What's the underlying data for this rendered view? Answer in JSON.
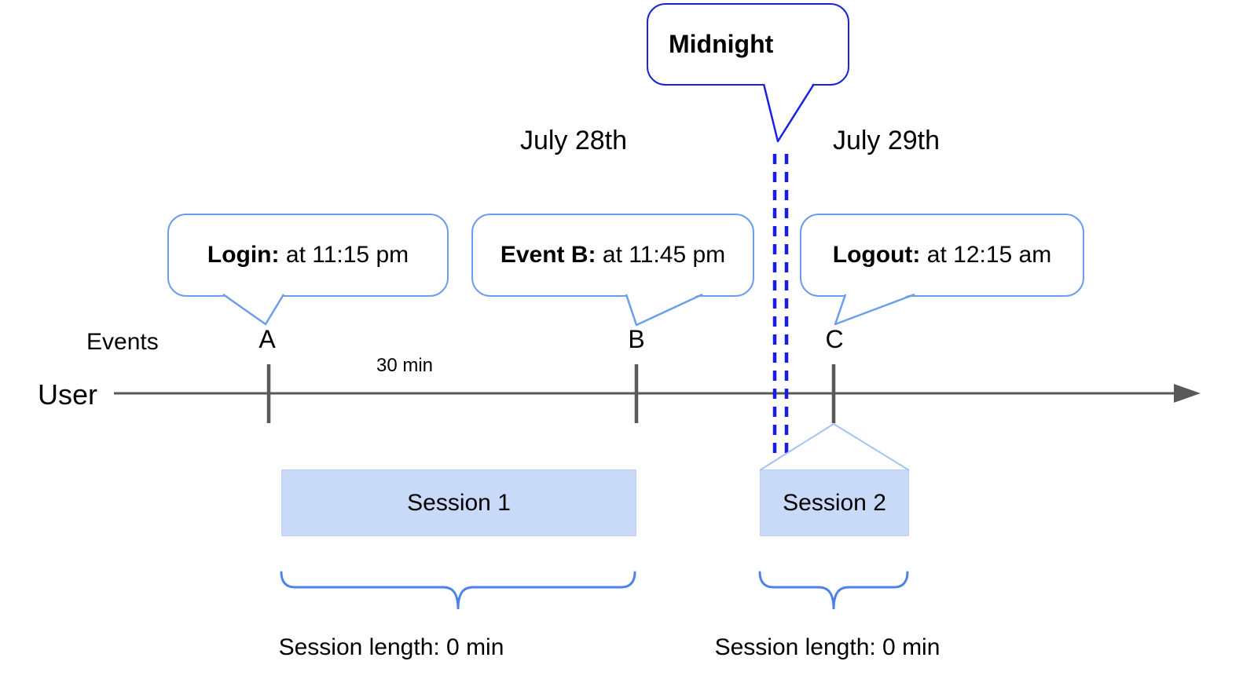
{
  "midnight_callout": {
    "label": "Midnight"
  },
  "dates": {
    "left": "July 28th",
    "right": "July 29th"
  },
  "event_callouts": [
    {
      "bold": "Login:",
      "rest": "at 11:15 pm"
    },
    {
      "bold": "Event B:",
      "rest": "at 11:45 pm"
    },
    {
      "bold": "Logout:",
      "rest": "at 12:15 am"
    }
  ],
  "axis": {
    "events_label": "Events",
    "user_label": "User",
    "interval_label": "30 min",
    "event_marks": [
      "A",
      "B",
      "C"
    ]
  },
  "sessions": [
    {
      "label": "Session 1",
      "length_label": "Session length: 0 min"
    },
    {
      "label": "Session 2",
      "length_label": "Session length: 0 min"
    }
  ],
  "colors": {
    "midnight_border": "#1a22e0",
    "dashed_midnight_line": "#181de0",
    "callout_border": "#6d9eeb",
    "session_fill": "#c9daf8",
    "brace": "#4d82e8",
    "fan_line": "#a4c2f4",
    "axis_gray": "#595959"
  }
}
